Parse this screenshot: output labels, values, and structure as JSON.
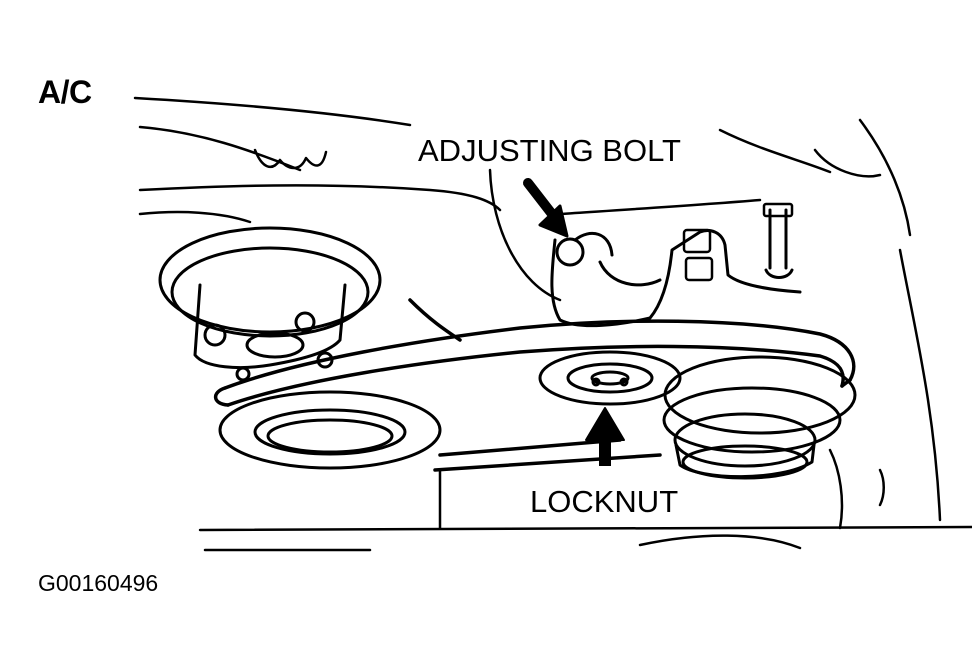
{
  "section_title": "A/C",
  "callouts": {
    "adjusting_bolt": "ADJUSTING BOLT",
    "locknut": "LOCKNUT"
  },
  "figure_id": "G00160496",
  "colors": {
    "ink": "#000000",
    "paper": "#ffffff"
  }
}
